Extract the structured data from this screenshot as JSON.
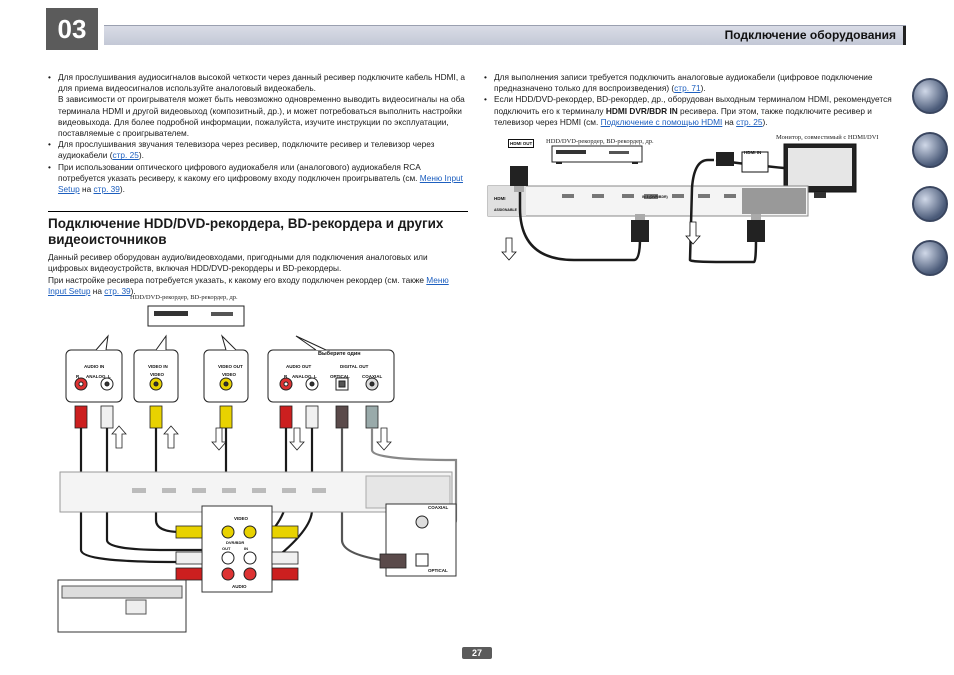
{
  "chapter": "03",
  "header": {
    "title": "Подключение оборудования"
  },
  "left": {
    "b1": "Для прослушивания аудиосигналов высокой четкости через данный ресивер подключите кабель HDMI, а для приема видеосигналов используйте аналоговый видеокабель.",
    "b1_cont": "В зависимости от проигрывателя может быть невозможно одновременно выводить видеосигналы на оба терминала HDMI и другой видеовыход (композитный, др.), и может потребоваться выполнить настройки видеовыхода. Для более подробной информации, пожалуйста, изучите инструкции по эксплуатации, поставляемые с проигрывателем.",
    "b2_text": "Для прослушивания звучания телевизора через ресивер, подключите ресивер и телевизор через аудиокабели (",
    "b2_link": "стр. 25",
    "b2_end": ").",
    "b3_text": "При использовании оптического цифрового аудиокабеля или (аналогового) аудиокабеля RCA потребуется указать ресиверу, к какому его цифровому входу подключен проигрыватель (см. ",
    "b3_link1": "Меню Input Setup",
    "b3_mid": " на ",
    "b3_link2": "стр. 39",
    "b3_end": ").",
    "section_title": "Подключение HDD/DVD-рекордера, BD-рекордера и других видеоисточников",
    "p1": "Данный ресивер оборудован аудио/видеовходами, пригодными для подключения аналоговых или цифровых видеоустройств, включая HDD/DVD-рекордеры и BD-рекордеры.",
    "p2_text": "При настройке ресивера потребуется указать, к какому его входу подключен рекордер (см. также ",
    "p2_link1": "Меню Input Setup",
    "p2_mid": " на ",
    "p2_link2": "стр. 39",
    "p2_end": ")."
  },
  "right": {
    "b1_text": "Для выполнения записи требуется подключить аналоговые аудиокабели (цифровое подключение предназначено только для воспроизведения) (",
    "b1_link": "стр. 71",
    "b1_end": ").",
    "b2_text": "Если HDD/DVD-рекордер, BD-рекордер, др., оборудован выходным терминалом HDMI, рекомендуется подключить его к терминалу ",
    "b2_bold": "HDMI DVR/BDR IN",
    "b2_text2": " ресивера. При этом, также подключите ресивер и телевизор через HDMI (см. ",
    "b2_link1": "Подключение с помощью HDMI",
    "b2_mid": " на ",
    "b2_link2": "стр. 25",
    "b2_end": ")."
  },
  "diagram_top": {
    "recorder_label": "HDD/DVD-рекордер, BD-рекордер, др.",
    "monitor_label": "Монитор, совместимый с HDMI/DVI",
    "hdmi_out": "HDMI OUT",
    "hdmi_in": "HDMI IN",
    "hdmi": "HDMI",
    "assignable": "ASSIGNABLE",
    "in_dvr": "IN 3 (DVR/BDR)"
  },
  "diagram_bottom": {
    "recorder_label": "HDD/DVD-рекордер, BD-рекордер, др.",
    "choose_one": "Выберите один",
    "audio_in": "AUDIO IN",
    "video_in": "VIDEO IN",
    "video_out": "VIDEO OUT",
    "audio_out": "AUDIO OUT",
    "digital_out": "DIGITAL OUT",
    "analog": "ANALOG",
    "video": "VIDEO",
    "optical": "OPTICAL",
    "coaxial": "COAXIAL",
    "r": "R",
    "l": "L",
    "coaxial_port": "COAXIAL",
    "optical_port": "OPTICAL",
    "video_port": "VIDEO",
    "audio_port": "AUDIO",
    "dvr_bdr": "DVR/BDR",
    "out": "OUT",
    "in": "IN"
  },
  "page_number": "27",
  "icons": [
    "book-icon",
    "remote-icon",
    "faq-icon",
    "tools-icon"
  ],
  "colors": {
    "link": "#1d5fbf",
    "tab": "#5b5b5b",
    "rca_red": "#cc1f1f",
    "rca_white": "#f0f0f0",
    "rca_yellow": "#e8d200"
  }
}
